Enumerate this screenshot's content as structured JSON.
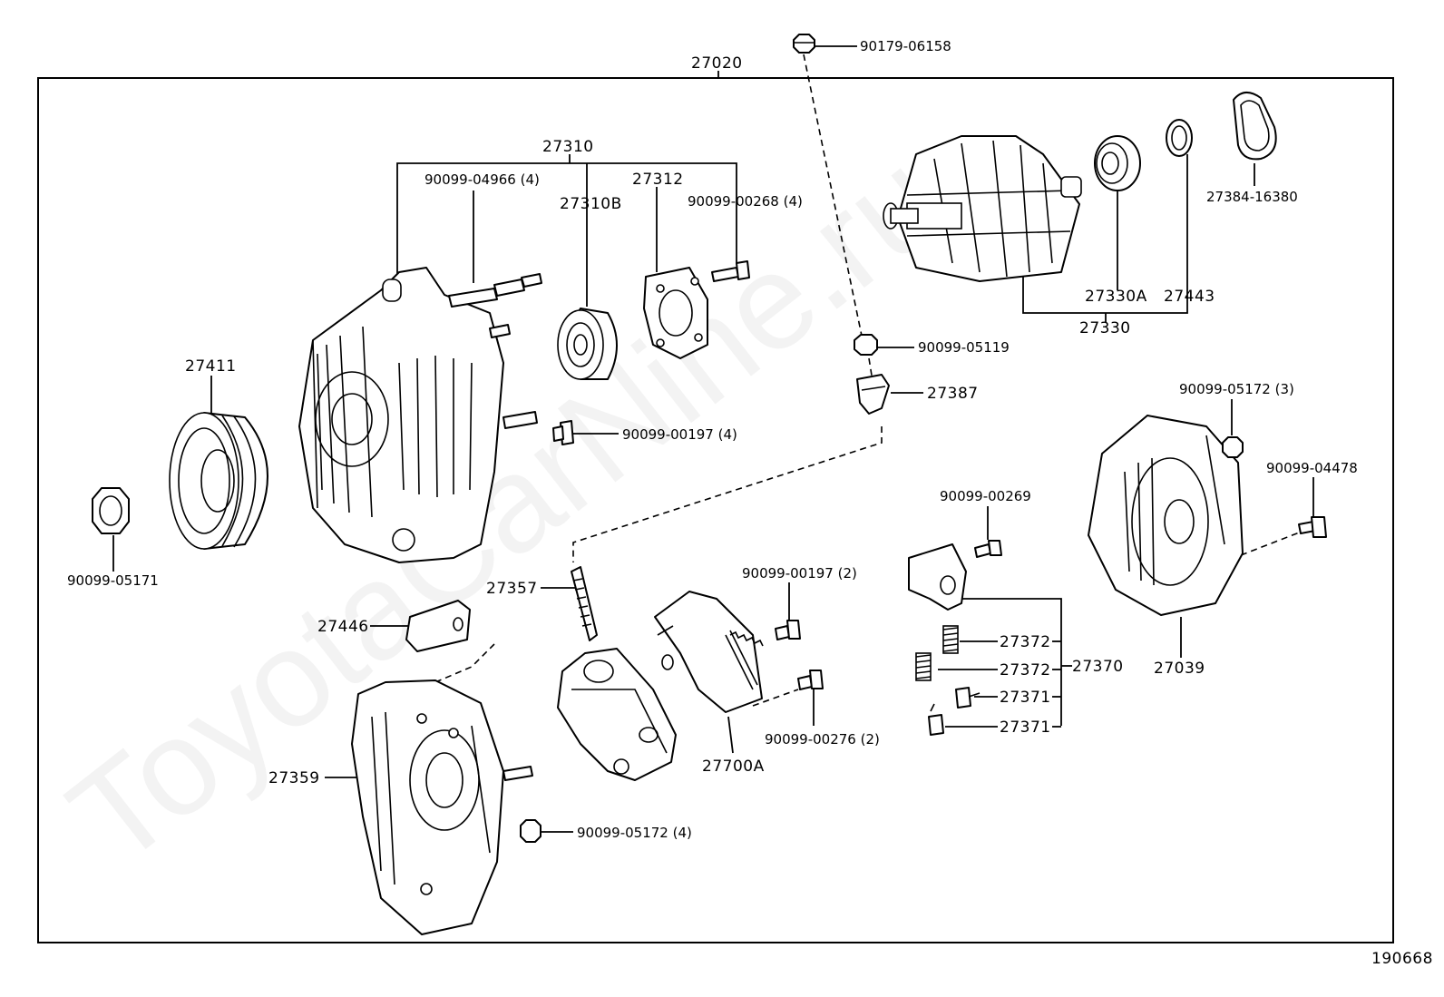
{
  "watermark": "ToyotaCarNine.ru",
  "figure_id": "190668",
  "labels": {
    "p27020": "27020",
    "p90179_06158": "90179-06158",
    "p27310": "27310",
    "p90099_04966": "90099-04966 (4)",
    "p27312": "27312",
    "p27310B": "27310B",
    "p90099_00268": "90099-00268 (4)",
    "p27384_16380": "27384-16380",
    "p27330A": "27330A",
    "p27443": "27443",
    "p27330": "27330",
    "p90099_05119": "90099-05119",
    "p27387": "27387",
    "p27411": "27411",
    "p90099_00197_4": "90099-00197 (4)",
    "p90099_05172_3": "90099-05172 (3)",
    "p90099_04478": "90099-04478",
    "p90099_00269": "90099-00269",
    "p90099_05171": "90099-05171",
    "p27357": "27357",
    "p90099_00197_2": "90099-00197 (2)",
    "p27446": "27446",
    "p27372a": "27372",
    "p27372b": "27372",
    "p27370": "27370",
    "p27371a": "27371",
    "p27371b": "27371",
    "p27039": "27039",
    "p90099_00276": "90099-00276 (2)",
    "p27700A": "27700A",
    "p27359": "27359",
    "p90099_05172_4": "90099-05172 (4)"
  }
}
